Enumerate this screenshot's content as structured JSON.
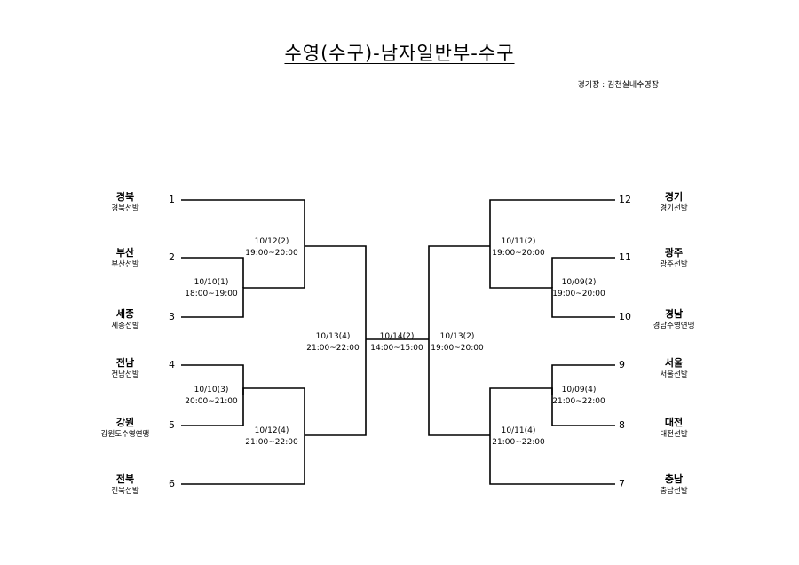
{
  "title": "수영(수구)-남자일반부-수구",
  "venue": "경기장 : 김천실내수영장",
  "left_teams": [
    {
      "seed": "1",
      "name": "경북",
      "sub": "경북선발"
    },
    {
      "seed": "2",
      "name": "부산",
      "sub": "부산선발"
    },
    {
      "seed": "3",
      "name": "세종",
      "sub": "세종선발"
    },
    {
      "seed": "4",
      "name": "전남",
      "sub": "전남선발"
    },
    {
      "seed": "5",
      "name": "강원",
      "sub": "강원도수영연맹"
    },
    {
      "seed": "6",
      "name": "전북",
      "sub": "전북선발"
    }
  ],
  "right_teams": [
    {
      "seed": "12",
      "name": "경기",
      "sub": "경기선발"
    },
    {
      "seed": "11",
      "name": "광주",
      "sub": "광주선발"
    },
    {
      "seed": "10",
      "name": "경남",
      "sub": "경남수영연맹"
    },
    {
      "seed": "9",
      "name": "서울",
      "sub": "서울선발"
    },
    {
      "seed": "8",
      "name": "대전",
      "sub": "대전선발"
    },
    {
      "seed": "7",
      "name": "충남",
      "sub": "충남선발"
    }
  ],
  "matches": {
    "m_10_10_1": {
      "date": "10/10(1)",
      "time": "18:00~19:00"
    },
    "m_10_12_2": {
      "date": "10/12(2)",
      "time": "19:00~20:00"
    },
    "m_10_10_3": {
      "date": "10/10(3)",
      "time": "20:00~21:00"
    },
    "m_10_12_4": {
      "date": "10/12(4)",
      "time": "21:00~22:00"
    },
    "m_10_13_4": {
      "date": "10/13(4)",
      "time": "21:00~22:00"
    },
    "m_final": {
      "date": "10/14(2)",
      "time": "14:00~15:00"
    },
    "m_10_13_2": {
      "date": "10/13(2)",
      "time": "19:00~20:00"
    },
    "m_10_11_2": {
      "date": "10/11(2)",
      "time": "19:00~20:00"
    },
    "m_10_09_2": {
      "date": "10/09(2)",
      "time": "19:00~20:00"
    },
    "m_10_09_4": {
      "date": "10/09(4)",
      "time": "21:00~22:00"
    },
    "m_10_11_4": {
      "date": "10/11(4)",
      "time": "21:00~22:00"
    }
  }
}
